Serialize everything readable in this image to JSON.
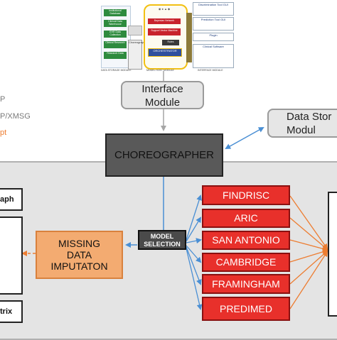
{
  "thumbnail": {
    "left_panel": {
      "items": [
        "Institutional Database",
        "Clinical Data Warehouse",
        "EHR Data Collection",
        "Clinical Research",
        "Research Data"
      ],
      "caption": "DATA STORAGE MODULE"
    },
    "center_panel": {
      "items": [
        "Bayesian Network",
        "Support Vector Machine",
        "Rules",
        "ORCHESTRATOR"
      ],
      "side_label": "Choreographer",
      "caption": "MODEL HOST MODULE"
    },
    "right_panel": {
      "items": [
        "Discrimination Tool GUI",
        "Prediction Tool GUI",
        "Plugin",
        "Clinical Software"
      ],
      "caption": "INTERFACE MODULE"
    }
  },
  "left_fragments": {
    "p_label": "P",
    "xmsg_label": "P/XMSG",
    "pt_label": "pt"
  },
  "interface_module": {
    "label": "Interface\nModule"
  },
  "data_storage": {
    "label": "Data Stor\nModul"
  },
  "choreographer": {
    "label": "CHOREOGRAPHER"
  },
  "model_selection": {
    "label": "MODEL\nSELECTION"
  },
  "missing_data": {
    "label": "MISSING\nDATA\nIMPUTATON"
  },
  "left_boxes": {
    "top_label": "aph",
    "bottom_label": "trix"
  },
  "models": [
    "FINDRISC",
    "ARIC",
    "SAN ANTONIO",
    "CAMBRIDGE",
    "FRAMINGHAM",
    "PREDIMED"
  ],
  "colors": {
    "red": "#e8302b",
    "orange": "#f3ab71",
    "blue_arrow": "#4a8fd4",
    "orange_arrow": "#ed7d31",
    "gray_arrow": "#a6a6a6"
  }
}
